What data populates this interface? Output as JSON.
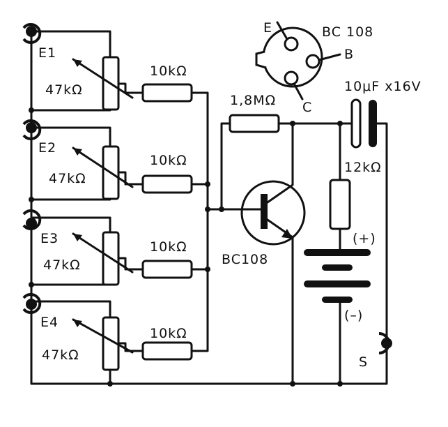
{
  "inputs": [
    {
      "jack": "E1",
      "pot": "47kΩ",
      "resistor": "10kΩ"
    },
    {
      "jack": "E2",
      "pot": "47kΩ",
      "resistor": "10kΩ"
    },
    {
      "jack": "E3",
      "pot": "47kΩ",
      "resistor": "10kΩ"
    },
    {
      "jack": "E4",
      "pot": "47kΩ",
      "resistor": "10kΩ"
    }
  ],
  "bias_resistor": "1,8MΩ",
  "transistor": "BC108",
  "pinout": {
    "title": "BC 108",
    "e": "E",
    "b": "B",
    "c": "C"
  },
  "capacitor": "10μF x16V",
  "collector_resistor": "12kΩ",
  "battery": {
    "plus": "(+)",
    "minus": "(–)"
  },
  "output": "S"
}
